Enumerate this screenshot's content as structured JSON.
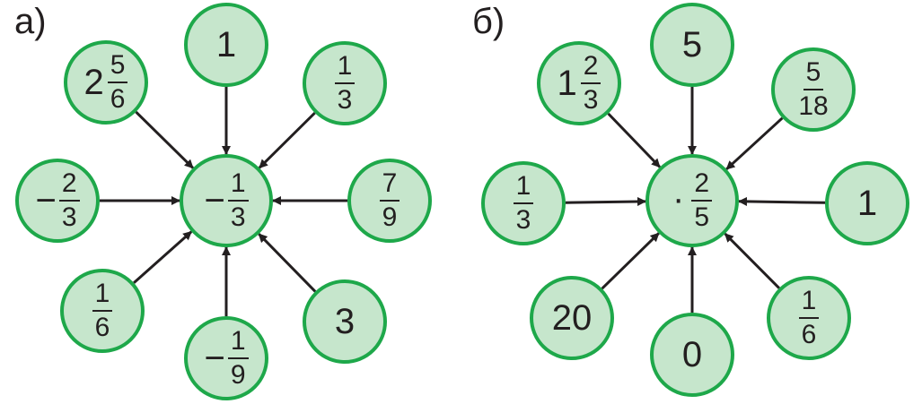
{
  "colors": {
    "node_fill": "#c6e6cc",
    "node_stroke": "#1ea84a",
    "arrow": "#231f20",
    "text": "#231f20"
  },
  "panels": [
    {
      "label": "а)",
      "center": {
        "prefix": "−",
        "numerator": "1",
        "denominator": "3"
      },
      "outer": [
        {
          "position": "top",
          "text": "1"
        },
        {
          "position": "top-right",
          "numerator": "1",
          "denominator": "3"
        },
        {
          "position": "right",
          "numerator": "7",
          "denominator": "9"
        },
        {
          "position": "bottom-right",
          "text": "3"
        },
        {
          "position": "bottom",
          "prefix": "−",
          "numerator": "1",
          "denominator": "9"
        },
        {
          "position": "bottom-left",
          "numerator": "1",
          "denominator": "6"
        },
        {
          "position": "left",
          "prefix": "−",
          "numerator": "2",
          "denominator": "3"
        },
        {
          "position": "top-left",
          "whole": "2",
          "numerator": "5",
          "denominator": "6"
        }
      ]
    },
    {
      "label": "б)",
      "center": {
        "prefix": "·",
        "numerator": "2",
        "denominator": "5"
      },
      "outer": [
        {
          "position": "top",
          "text": "5"
        },
        {
          "position": "top-right",
          "numerator": "5",
          "denominator": "18"
        },
        {
          "position": "right",
          "text": "1"
        },
        {
          "position": "bottom-right",
          "numerator": "1",
          "denominator": "6"
        },
        {
          "position": "bottom",
          "text": "0"
        },
        {
          "position": "bottom-left",
          "text": "20"
        },
        {
          "position": "left",
          "numerator": "1",
          "denominator": "3"
        },
        {
          "position": "top-left",
          "whole": "1",
          "numerator": "2",
          "denominator": "3"
        }
      ]
    }
  ]
}
